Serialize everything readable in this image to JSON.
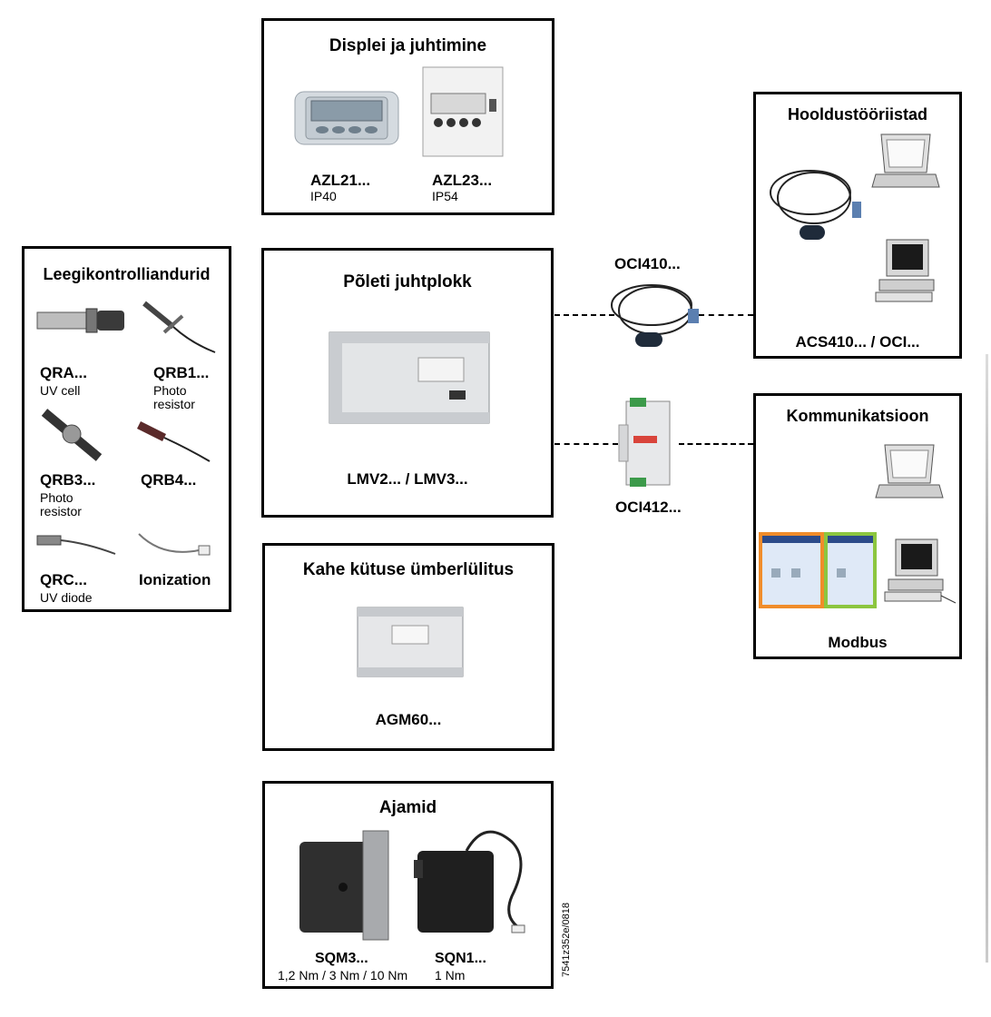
{
  "display_box": {
    "title": "Displei ja juhtimine",
    "items": [
      {
        "name": "AZL21...",
        "sub": "IP40"
      },
      {
        "name": "AZL23...",
        "sub": "IP54"
      }
    ]
  },
  "burner_box": {
    "title": "Põleti juhtplokk",
    "label": "LMV2... / LMV3..."
  },
  "dual_fuel_box": {
    "title": "Kahe kütuse ümberlülitus",
    "label": "AGM60..."
  },
  "actuators_box": {
    "title": "Ajamid",
    "items": [
      {
        "name": "SQM3...",
        "sub": "1,2 Nm / 3 Nm / 10 Nm"
      },
      {
        "name": "SQN1...",
        "sub": "1 Nm"
      }
    ]
  },
  "flame_box": {
    "title": "Leegikontrolliandurid",
    "items": [
      {
        "name": "QRA...",
        "sub": "UV cell"
      },
      {
        "name": "QRB1...",
        "sub": "Photo resistor"
      },
      {
        "name": "QRB3...",
        "sub": "Photo resistor"
      },
      {
        "name": "QRB4...",
        "sub": ""
      },
      {
        "name": "QRC...",
        "sub": "UV diode"
      },
      {
        "name": "Ionization",
        "sub": ""
      }
    ]
  },
  "service_box": {
    "title": "Hooldustööriistad",
    "label": "ACS410... / OCI..."
  },
  "comm_box": {
    "title": "Kommunikatsioon",
    "label": "Modbus"
  },
  "interfaces": {
    "oci410": "OCI410...",
    "oci412": "OCI412..."
  },
  "doc_code": "7541z352e/0818"
}
